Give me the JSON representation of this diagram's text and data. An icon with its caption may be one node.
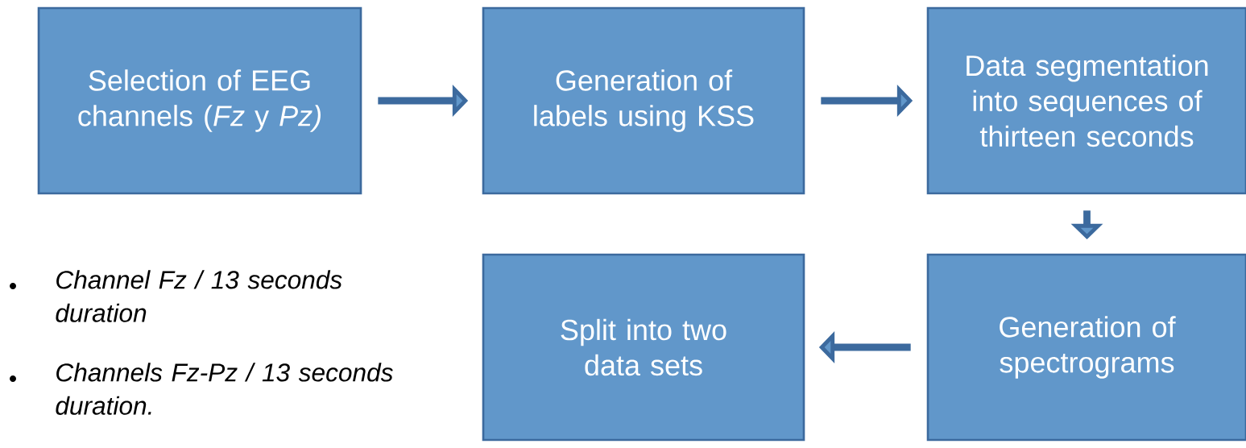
{
  "diagram": {
    "nodes": [
      {
        "text": [
          "Selection of EEG channels (*Fz* y *Pz)*"
        ]
      },
      {
        "text": [
          "Generation of labels using KSS"
        ]
      },
      {
        "text": [
          "Data segmentation into sequences of thirteen seconds"
        ]
      },
      {
        "text": [
          "Generation of spectrograms"
        ]
      },
      {
        "text": [
          "Split into two data sets"
        ]
      }
    ],
    "edges": [
      {
        "from": 0,
        "to": 1,
        "arrow": "to"
      },
      {
        "from": 1,
        "to": 2,
        "arrow": "to"
      },
      {
        "from": 2,
        "to": 3,
        "arrow": "to"
      },
      {
        "from": 3,
        "to": 4,
        "arrow": "to"
      }
    ],
    "labels": [
      "Channel Fz / 13 seconds duration",
      "Channels Fz-Pz / 13 seconds duration."
    ]
  }
}
